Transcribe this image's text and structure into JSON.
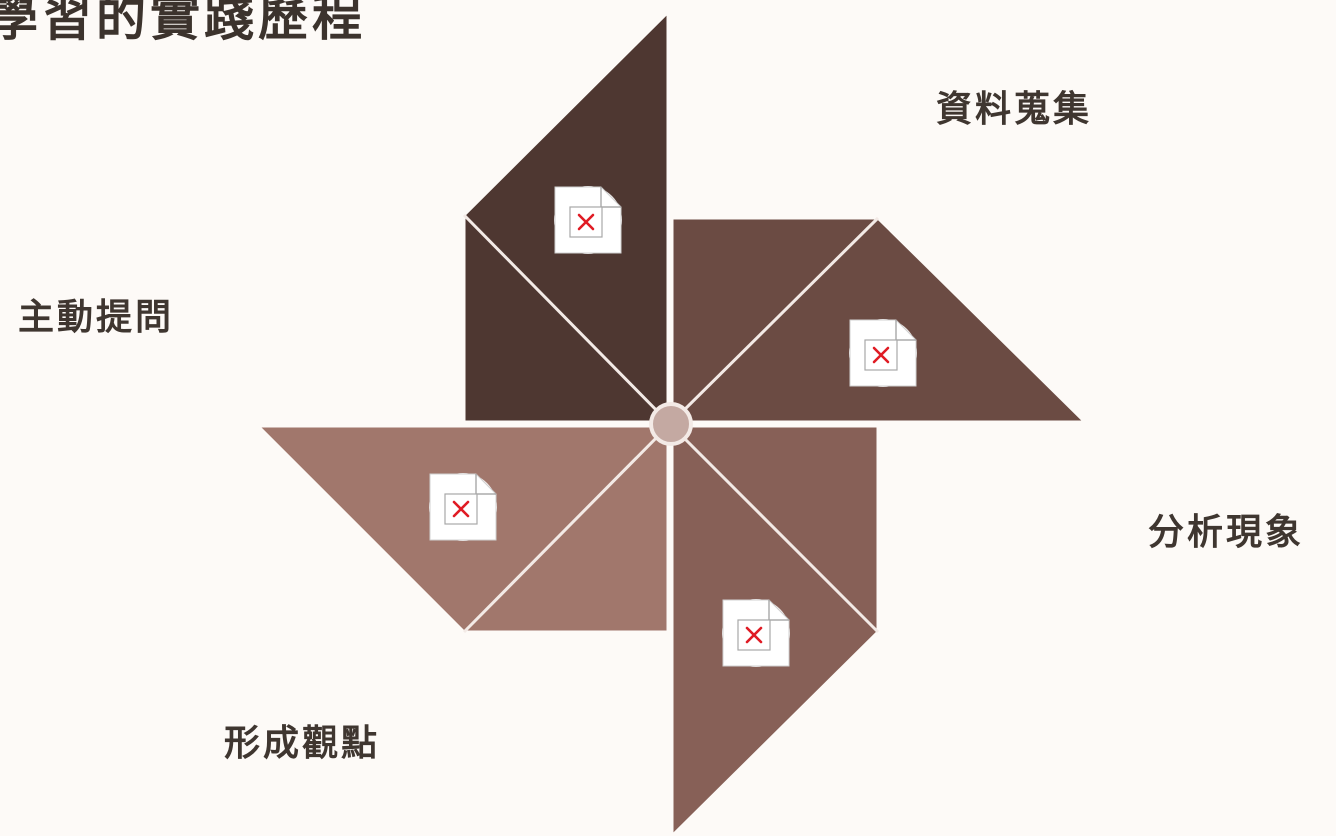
{
  "title": "學習的實踐歷程",
  "steps": [
    {
      "label": "資料蒐集",
      "color": "#6B4B43",
      "icon": "broken-image-icon"
    },
    {
      "label": "分析現象",
      "color": "#876057",
      "icon": "broken-image-icon"
    },
    {
      "label": "形成觀點",
      "color": "#A1776C",
      "icon": "broken-image-icon"
    },
    {
      "label": "主動提問",
      "color": "#4E3731",
      "icon": "broken-image-icon"
    }
  ],
  "colors": {
    "background": "#FDFAF7",
    "divider": "#F3EAE6",
    "hub": "#C4A9A2",
    "icon_x": "#E01B24"
  }
}
